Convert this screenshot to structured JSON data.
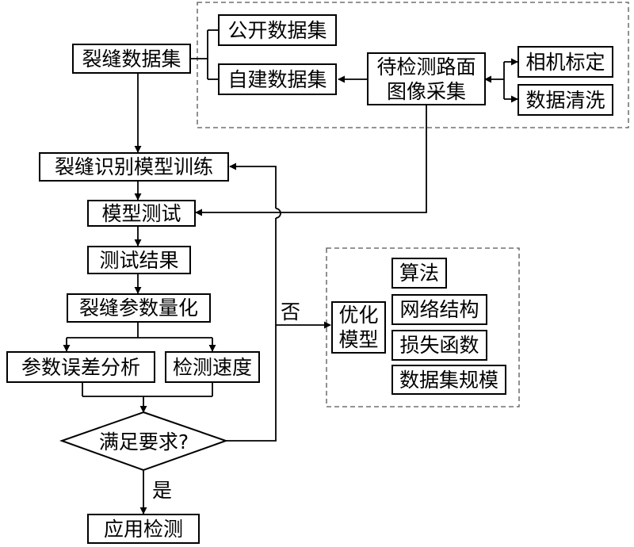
{
  "nodes": {
    "crack_dataset": "裂缝数据集",
    "public_dataset": "公开数据集",
    "custom_dataset": "自建数据集",
    "road_image_capture": "待检测路面\n图像采集",
    "camera_calibration": "相机标定",
    "data_cleaning": "数据清洗",
    "model_training": "裂缝识别模型训练",
    "model_testing": "模型测试",
    "test_results": "测试结果",
    "param_quantify": "裂缝参数量化",
    "param_error": "参数误差分析",
    "detect_speed": "检测速度",
    "decision": "满足要求?",
    "application": "应用检测",
    "optimize_model": "优化\n模型",
    "algorithm": "算法",
    "network_structure": "网络结构",
    "loss_function": "损失函数",
    "dataset_scale": "数据集规模"
  },
  "edge_labels": {
    "no": "否",
    "yes": "是"
  }
}
